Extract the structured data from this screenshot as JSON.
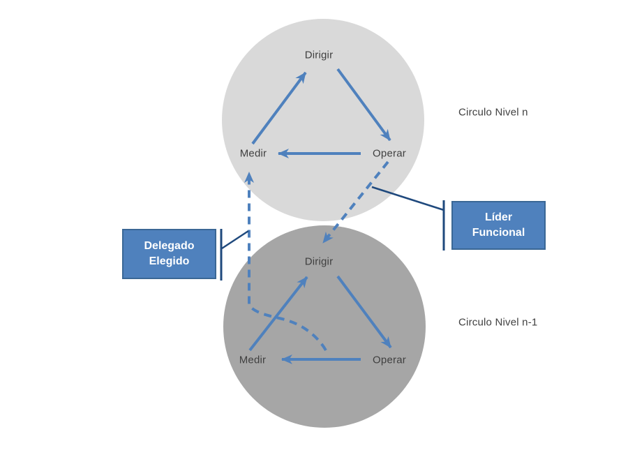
{
  "diagram": {
    "top_circle": {
      "caption": "Circulo Nivel n",
      "nodes": {
        "dirigir": "Dirigir",
        "medir": "Medir",
        "operar": "Operar"
      }
    },
    "bottom_circle": {
      "caption": "Circulo Nivel n-1",
      "nodes": {
        "dirigir": "Dirigir",
        "medir": "Medir",
        "operar": "Operar"
      }
    },
    "callouts": {
      "lider_funcional": "Líder Funcional",
      "delegado_elegido": "Delegado Elegido"
    }
  },
  "colors": {
    "top_circle_fill": "#d9d9d9",
    "bottom_circle_fill": "#a6a6a6",
    "arrow_blue": "#4f81bd",
    "callout_box_fill": "#4f81bd",
    "callout_box_border": "#3a6795",
    "callout_line": "#1f497d",
    "node_text": "#3f3f3f"
  }
}
